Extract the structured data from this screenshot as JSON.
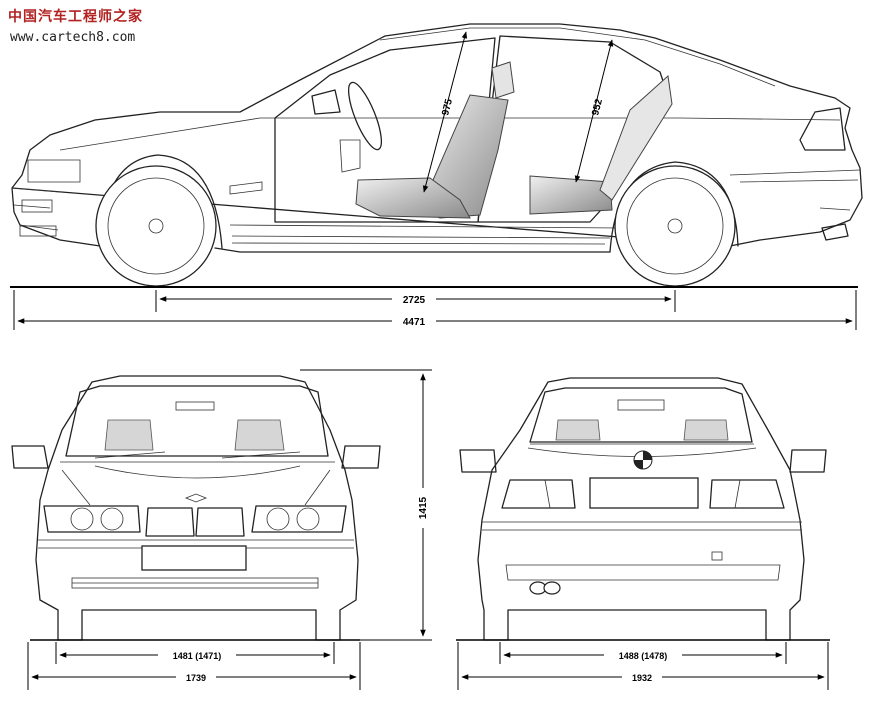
{
  "watermark": {
    "site_name": "中国汽车工程师之家",
    "url": "www.cartech8.com"
  },
  "dimensions": {
    "wheelbase": "2725",
    "length": "4471",
    "headroom_front": "975",
    "headroom_rear": "952",
    "height": "1415",
    "front_track": "1481 (1471)",
    "rear_track": "1488 (1478)",
    "width_front": "1739",
    "width_rear": "1932"
  }
}
